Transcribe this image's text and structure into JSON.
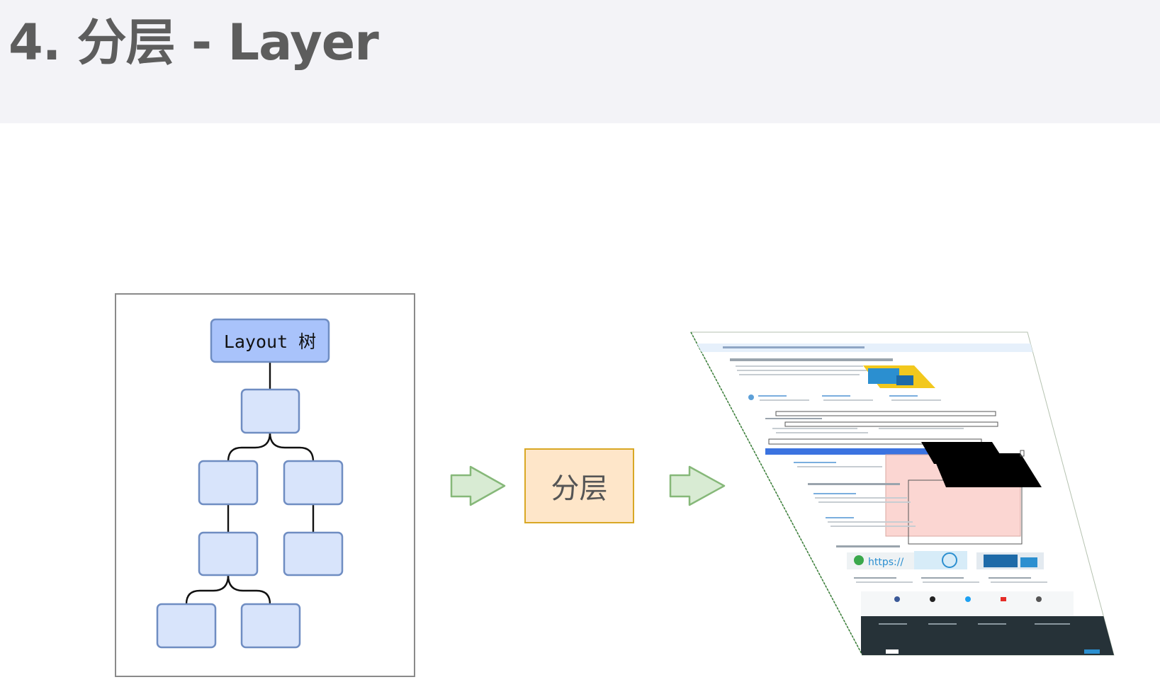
{
  "title": "4. 分层 - Layer",
  "tree": {
    "root_label": "Layout 树"
  },
  "process": {
    "label": "分层"
  },
  "colors": {
    "header_bg": "#f3f3f7",
    "title_text": "#5d5d5d",
    "root_fill": "#a9c3fb",
    "node_fill": "#d8e4fb",
    "node_stroke": "#6f8dc2",
    "arrow_fill": "#d8ebd3",
    "arrow_stroke": "#86b879",
    "process_fill": "#fee6c9",
    "process_stroke": "#d9a825"
  },
  "icons": [
    "arrow-right-icon"
  ]
}
